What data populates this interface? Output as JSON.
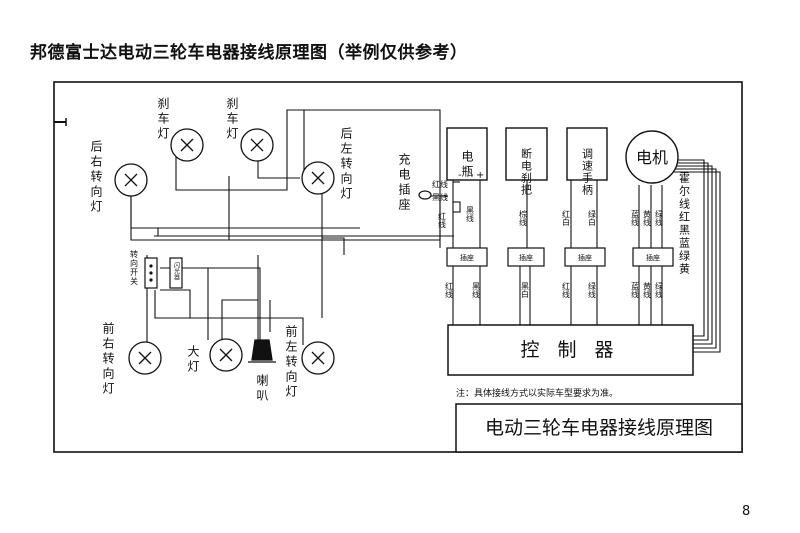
{
  "page": {
    "title": "邦德富士达电动三轮车电器接线原理图（举例仅供参考）",
    "page_number": "8"
  },
  "diagram": {
    "lamps": {
      "rear_right_turn": "后右转向灯",
      "brake_1": "刹车灯",
      "brake_2": "刹车灯",
      "rear_left_turn": "后左转向灯",
      "front_right_turn": "前右转向灯",
      "headlight": "大灯",
      "horn": "喇叭",
      "front_left_turn": "前左转向灯"
    },
    "charge_socket": "充电插座",
    "turn_switch": "转向开关",
    "flasher": "闪光器",
    "components": {
      "battery": "电瓶",
      "cutoff_handle": "断电刹把",
      "speed_handle": "调速手柄",
      "motor": "电机"
    },
    "battery_terminals": {
      "minus": "-",
      "plus": "+"
    },
    "wire_labels": {
      "charge_red": "红线",
      "charge_black": "黑线",
      "batt_red": "红线",
      "batt_black": "黑线",
      "cutoff_brown": "棕线",
      "speed_red_white": "红白",
      "speed_green_white": "绿白",
      "motor_blue": "蓝线",
      "motor_yellow": "黄线",
      "motor_green": "绿线"
    },
    "lower_wire_labels": {
      "batt_red": "红线",
      "batt_black": "黑线",
      "cutoff_black": "黑白",
      "speed_red": "红线",
      "speed_green": "绿线",
      "motor_blue": "蓝线",
      "motor_yellow": "黄线",
      "motor_green": "绿线"
    },
    "socket_label": "插座",
    "hall_wires": "霍尔线红黑蓝绿黄",
    "controller": "控 制 器",
    "note": "注：具体接线方式以实际车型要求为准。",
    "caption": "电动三轮车电器接线原理图"
  }
}
